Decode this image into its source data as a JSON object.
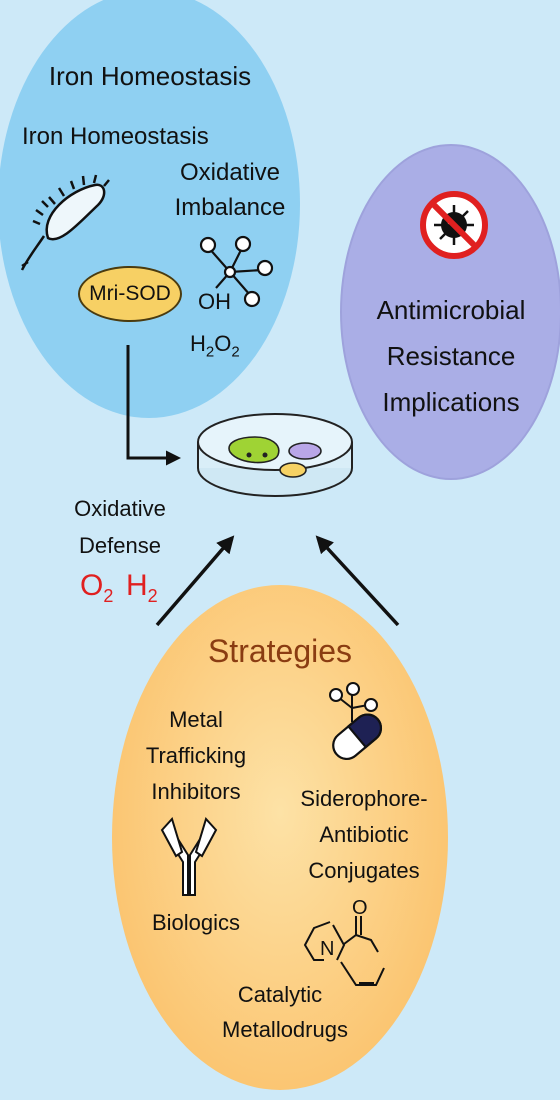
{
  "iron": {
    "title": "Iron Homeostasis",
    "subtitle": "Iron Homeostasis",
    "imbalance_line1": "Oxidative",
    "imbalance_line2": "Imbalance",
    "enzyme": "Mri-SOD",
    "oh": "OH",
    "h2o2": {
      "h": "H",
      "two": "2",
      "o": "O",
      "two_b": "2"
    }
  },
  "amr": {
    "line1": "Antimicrobial",
    "line2": "Resistance",
    "line3": "Implications"
  },
  "defense": {
    "line1": "Oxidative",
    "line2": "Defense",
    "o2": {
      "o": "O",
      "sub": "2"
    },
    "h2": {
      "h": "H",
      "sub": "2"
    }
  },
  "strategies": {
    "title": "Strategies",
    "metal_line1": "Metal",
    "metal_line2": "Trafficking",
    "metal_line3": "Inhibitors",
    "sid_line1": "Siderophore-",
    "sid_line2": "Antibiotic",
    "sid_line3": "Conjugates",
    "biologics": "Biologics",
    "cat_line1": "Catalytic",
    "cat_line2": "Metallodrugs",
    "ring_n": "N",
    "ring_o": "O"
  },
  "colors": {
    "background": "#cde9f8",
    "iron_circle": "#8fd0f2",
    "amr_circle": "#aaaee6",
    "strategies_circle": "#fbc673",
    "strategies_title": "#8a3c12",
    "gas_label": "#e02020",
    "prohibition": "#e02020"
  },
  "icons": [
    "bacterium-icon",
    "molecule-icon",
    "petri-dish-icon",
    "no-virus-icon",
    "capsule-icon",
    "antibody-icon",
    "ring-molecule-icon"
  ]
}
